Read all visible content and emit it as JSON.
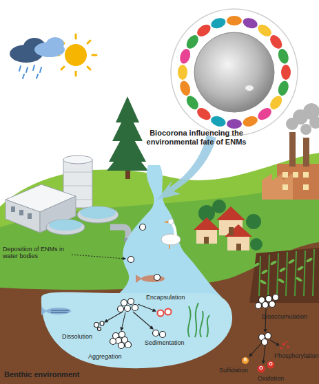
{
  "diagram": {
    "labels": [
      "Biocorona influencing the environmental fate of ENMs",
      "Deposition of ENMs in water bodies",
      "Encapsulation",
      "Dissolution",
      "Aggregation",
      "Sedimentation",
      "Bioaccumulation",
      "Sulfidation",
      "Oxidation",
      "Phosphorylation",
      "Benthic environment",
      "S",
      "O",
      "O"
    ]
  }
}
